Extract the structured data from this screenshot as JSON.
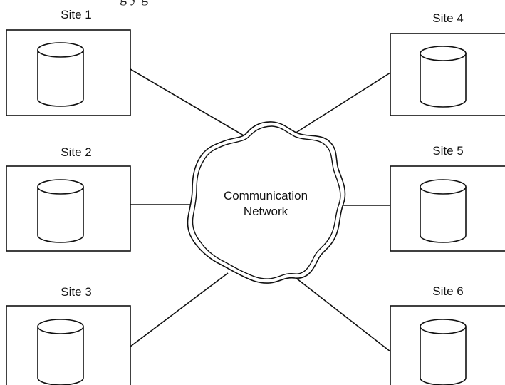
{
  "diagram": {
    "caption_fragment": "g y g",
    "network": {
      "line1": "Communication",
      "line2": "Network"
    },
    "sites": [
      {
        "label": "Site 1"
      },
      {
        "label": "Site 2"
      },
      {
        "label": "Site 3"
      },
      {
        "label": "Site 4"
      },
      {
        "label": "Site 5"
      },
      {
        "label": "Site 6"
      }
    ]
  }
}
